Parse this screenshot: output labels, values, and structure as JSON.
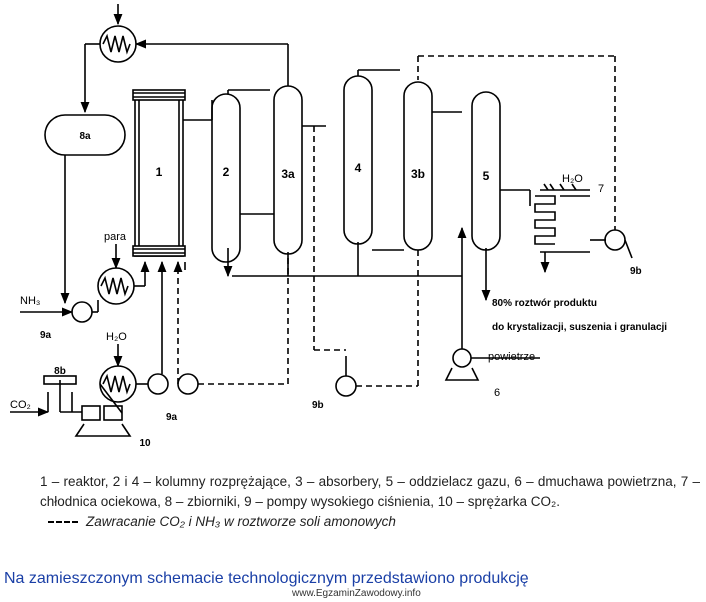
{
  "units": {
    "reactor": "1",
    "col2": "2",
    "col3a": "3a",
    "col4": "4",
    "col3b": "3b",
    "col5": "5",
    "cooler": "7",
    "tank8a": "8a",
    "tank8b": "8b",
    "blower": "6",
    "compressor": "10",
    "pump9a_left": "9a",
    "pump9a_bottom": "9a",
    "pump9b_mid": "9b",
    "pump9b_right": "9b"
  },
  "streams": {
    "nh3": "NH₃",
    "para": "para",
    "h2o_left": "H₂O",
    "h2o_cooler": "H₂O",
    "co2": "CO₂",
    "powietrze": "powietrze",
    "product_line1": "80% roztwór produktu",
    "product_line2": "do krystalizacji, suszenia i granulacji"
  },
  "legend": {
    "text": "1 – reaktor, 2 i 4 – kolumny rozprężające, 3 – absorbery, 5 – oddzielacz gazu, 6 – dmuchawa powietrzna, 7 – chłodnica ociekowa, 8 – zbiorniki, 9 – pompy wysokiego ciśnienia, 10 – sprężarka CO₂.",
    "dashed": "Zawracanie CO₂ i NH₃ w roztworze soli amonowych"
  },
  "question": "Na zamieszczonym schemacie technologicznym przedstawiono produkcję",
  "footer": "www.EgzaminZawodowy.info"
}
